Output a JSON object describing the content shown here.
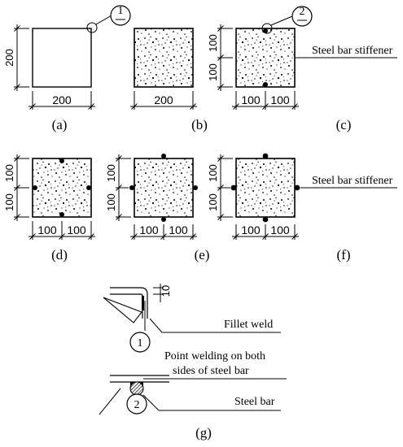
{
  "captions": {
    "a": "(a)",
    "b": "(b)",
    "c": "(c)",
    "d": "(d)",
    "e": "(e)",
    "f": "(f)",
    "g": "(g)"
  },
  "dimensions": {
    "d200": "200",
    "d100": "100",
    "d10": "10"
  },
  "detail_marks": {
    "m1": "1",
    "m2": "2"
  },
  "labels": {
    "stiffener": "Steel bar stiffener",
    "fillet_weld": "Fillet weld",
    "point_weld_line1": "Point welding on both",
    "point_weld_line2": "sides of steel bar",
    "steel_bar": "Steel bar"
  }
}
